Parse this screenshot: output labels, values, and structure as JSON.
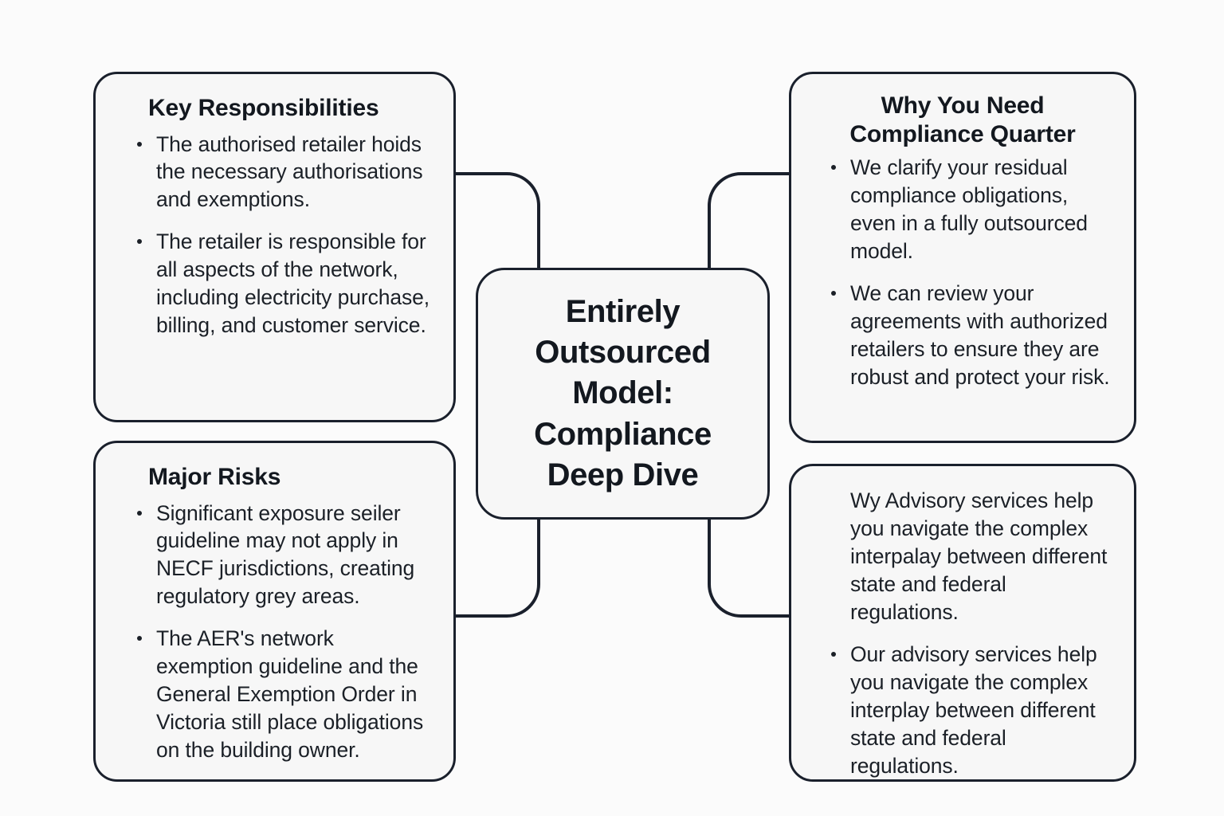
{
  "diagram": {
    "type": "mind-map",
    "background_color": "#fbfbfb",
    "node_fill": "#f7f7f7",
    "stroke_color": "#1a202c",
    "center": {
      "title": "Entirely Outsourced Model: Compliance Deep Dive",
      "lines": [
        "Entirely",
        "Outsourced",
        "Model:",
        "Compliance",
        "Deep Dive"
      ]
    },
    "branches": [
      {
        "id": "key-responsibilities",
        "position": "top-left",
        "title": "Key Responsibilities",
        "title_align": "left",
        "items": [
          {
            "bullet": true,
            "text": "The authorised retailer hoids the necessary authorisations and exemptions."
          },
          {
            "bullet": true,
            "text": "The retailer is responsible for all aspects of the network, including electricity purchase, billing, and customer service."
          }
        ]
      },
      {
        "id": "major-risks",
        "position": "bottom-left",
        "title": "Major Risks",
        "title_align": "left",
        "items": [
          {
            "bullet": true,
            "text": "Significant exposure seiler guideline may not apply in NECF jurisdictions, creating regulatory grey areas."
          },
          {
            "bullet": true,
            "text": "The AER's network exemption guideline and the General Exemption Order in Victoria still place obligations on the building owner."
          }
        ]
      },
      {
        "id": "why-you-need-compliance-quarter",
        "position": "top-right",
        "title": "Why You Need Compliance Quarter",
        "title_align": "center",
        "items": [
          {
            "bullet": true,
            "text": "We clarify your residual compliance obligations, even in a fully outsourced model."
          },
          {
            "bullet": true,
            "text": "We can review your agreements with authorized retailers to ensure they are robust and protect your risk."
          }
        ]
      },
      {
        "id": "advisory-services",
        "position": "bottom-right",
        "title": "",
        "title_align": "left",
        "items": [
          {
            "bullet": false,
            "text": "Wy Advisory services help you navigate the complex interpalay between different state and federal regulations."
          },
          {
            "bullet": true,
            "text": "Our advisory services help you navigate the complex interplay between different state and federal regulations."
          }
        ]
      }
    ],
    "connectors": [
      {
        "id": "connector-top-left",
        "from": "key-responsibilities",
        "to": "center"
      },
      {
        "id": "connector-bottom-left",
        "from": "major-risks",
        "to": "center"
      },
      {
        "id": "connector-top-right",
        "from": "why-you-need-compliance-quarter",
        "to": "center"
      },
      {
        "id": "connector-bottom-right",
        "from": "advisory-services",
        "to": "center"
      }
    ]
  }
}
